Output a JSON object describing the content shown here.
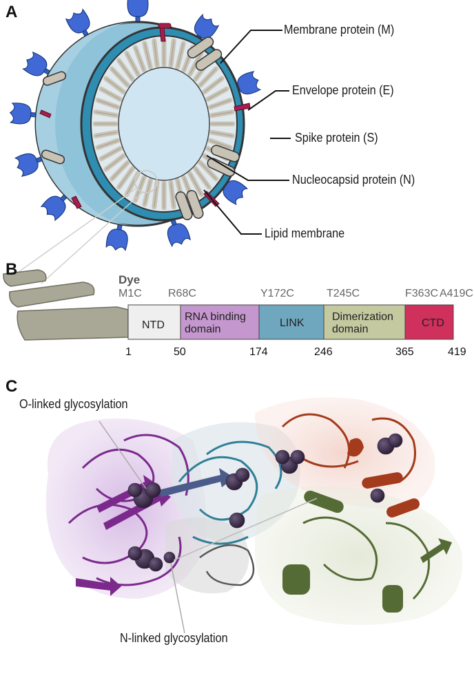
{
  "panels": {
    "a": "A",
    "b": "B",
    "c": "C"
  },
  "virion": {
    "labels": {
      "membrane_protein": "Membrane protein (M)",
      "envelope_protein": "Envelope protein (E)",
      "spike_protein": "Spike protein (S)",
      "nucleocapsid_protein": "Nucleocapsid protein (N)",
      "lipid_membrane": "Lipid membrane"
    }
  },
  "domain_map": {
    "dye_label": "Dye",
    "mutations": [
      "M1C",
      "R68C",
      "Y172C",
      "T245C",
      "F363C",
      "A419C"
    ],
    "domains": [
      {
        "name": "NTD",
        "color": "#efefef"
      },
      {
        "name": "RNA binding domain",
        "line1": "RNA binding",
        "line2": "domain",
        "color": "#c597cf"
      },
      {
        "name": "LINK",
        "color": "#6fa8be"
      },
      {
        "name": "Dimerization domain",
        "line1": "Dimerization",
        "line2": "domain",
        "color": "#c4c9a0"
      },
      {
        "name": "CTD",
        "color": "#d0305c"
      }
    ],
    "positions": [
      "1",
      "50",
      "174",
      "246",
      "365",
      "419"
    ]
  },
  "structure": {
    "labels": {
      "o_linked": "O-linked glycosylation",
      "n_linked": "N-linked glycosylation"
    },
    "colors": {
      "rna_binding": "#7b2a8c",
      "link": "#2f7f96",
      "dimerization": "#556b35",
      "ctd": "#a33b1c",
      "glycan": "#3b2b4a"
    }
  }
}
